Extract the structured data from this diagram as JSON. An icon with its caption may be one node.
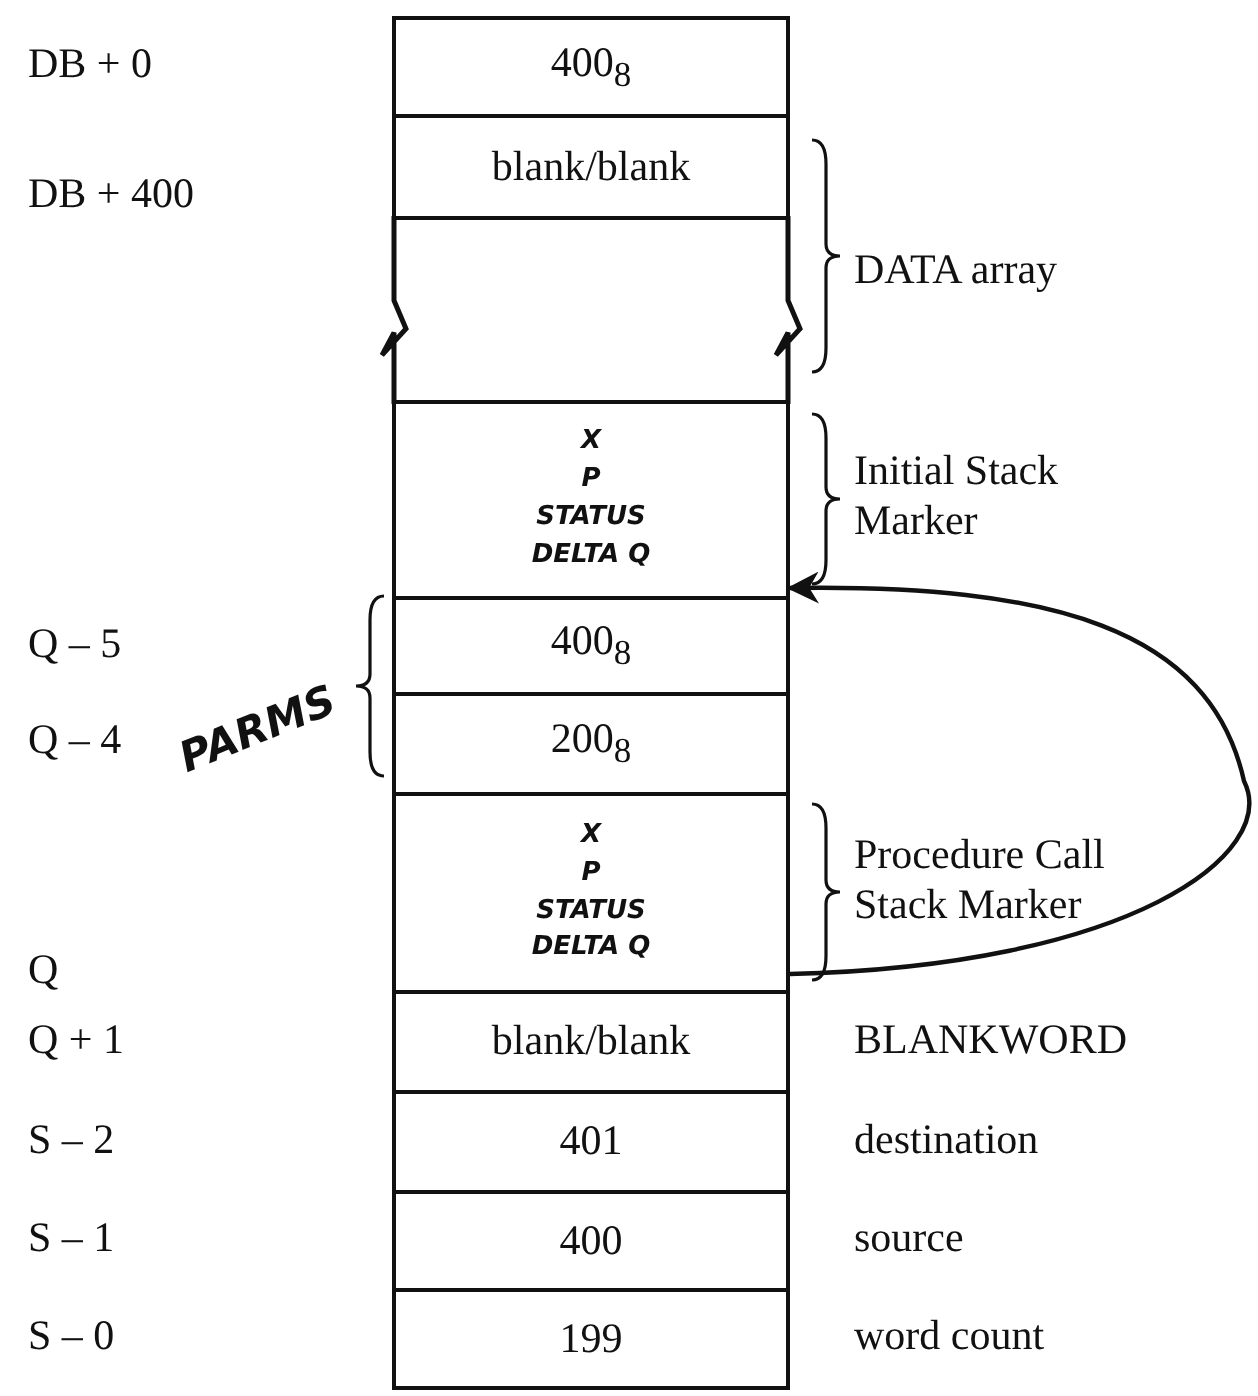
{
  "diagram": {
    "nodes": [
      {
        "text": [
          "400$_{8}$"
        ]
      },
      {
        "text": [
          "blank/blank"
        ]
      },
      {
        "text": [],
        "shape": "box"
      },
      {
        "text": [
          "X",
          "P",
          "STATUS",
          "DELTA Q"
        ]
      },
      {
        "text": [
          "400$_{8}$"
        ]
      },
      {
        "text": [
          "200$_{8}$"
        ]
      },
      {
        "text": [
          "X",
          "P",
          "STATUS",
          "DELTA Q"
        ]
      },
      {
        "text": [
          "blank/blank"
        ]
      },
      {
        "text": [
          "401"
        ]
      },
      {
        "text": [
          "400"
        ]
      },
      {
        "text": [
          "199"
        ]
      }
    ],
    "edges": [
      {
        "from": 6,
        "to": 3,
        "arrow": "to"
      }
    ],
    "labels": [
      "DB + 0",
      "DB + 400",
      "DATA array",
      "Initial Stack Marker",
      "Q – 5",
      "PARMS",
      "Q – 4",
      "Procedure Call Stack Marker",
      "Q",
      "Q + 1",
      "BLANKWORD",
      "S – 2",
      "destination",
      "S – 1",
      "source",
      "S – 0",
      "word count"
    ]
  }
}
